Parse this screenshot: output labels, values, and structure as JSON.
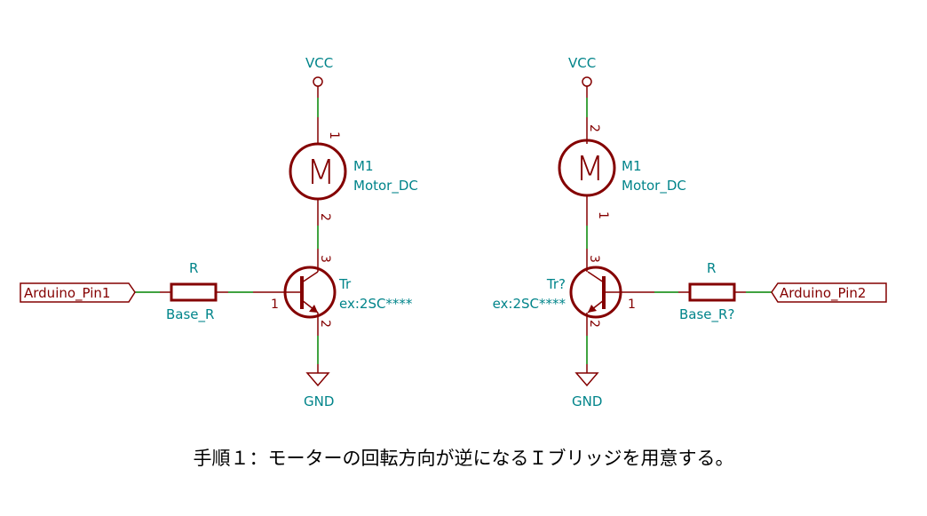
{
  "colors": {
    "component": "#840000",
    "wire": "#008400",
    "label": "#00848a"
  },
  "left_circuit": {
    "power_label": "VCC",
    "motor": {
      "ref": "M1",
      "value": "Motor_DC",
      "glyph": "M",
      "pin_top": "1",
      "pin_bottom": "2"
    },
    "transistor": {
      "ref": "Tr",
      "value": "ex:2SC****",
      "pin_base": "1",
      "pin_collector": "3",
      "pin_emitter": "2"
    },
    "resistor": {
      "ref": "R",
      "value": "Base_R"
    },
    "port": "Arduino_Pin1",
    "ground_label": "GND"
  },
  "right_circuit": {
    "power_label": "VCC",
    "motor": {
      "ref": "M1",
      "value": "Motor_DC",
      "glyph": "M",
      "pin_top": "2",
      "pin_bottom": "1"
    },
    "transistor": {
      "ref": "Tr?",
      "value": "ex:2SC****",
      "pin_base": "1",
      "pin_collector": "3",
      "pin_emitter": "2"
    },
    "resistor": {
      "ref": "R",
      "value": "Base_R?"
    },
    "port": "Arduino_Pin2",
    "ground_label": "GND"
  },
  "caption": "手順１：モーターの回転方向が逆になるＩブリッジを用意する。"
}
